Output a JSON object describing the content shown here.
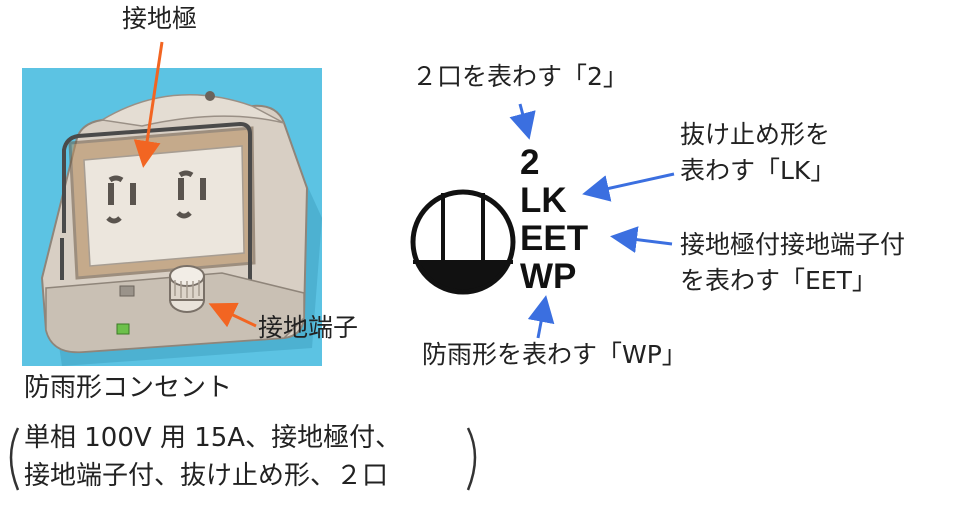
{
  "photo_labels": {
    "grounding_pole": "接地極",
    "grounding_terminal": "接地端子"
  },
  "symbol": {
    "codes": [
      "2",
      "LK",
      "EET",
      "WP"
    ]
  },
  "annotations": {
    "two_outlet": "２口を表わす「2」",
    "lock_line1": "抜け止め形を",
    "lock_line2": "表わす「LK」",
    "eet_line1": "接地極付接地端子付",
    "eet_line2": "を表わす「EET」",
    "wp": "防雨形を表わす「WP」"
  },
  "caption": {
    "title": "防雨形コンセント",
    "line1": "単相 100V 用 15A、接地極付、",
    "line2": "接地端子付、抜け止め形、２口"
  },
  "colors": {
    "orange_arrow": "#f26522",
    "blue_arrow": "#3b6fe0",
    "photo_bg": "#5cc3e3"
  }
}
